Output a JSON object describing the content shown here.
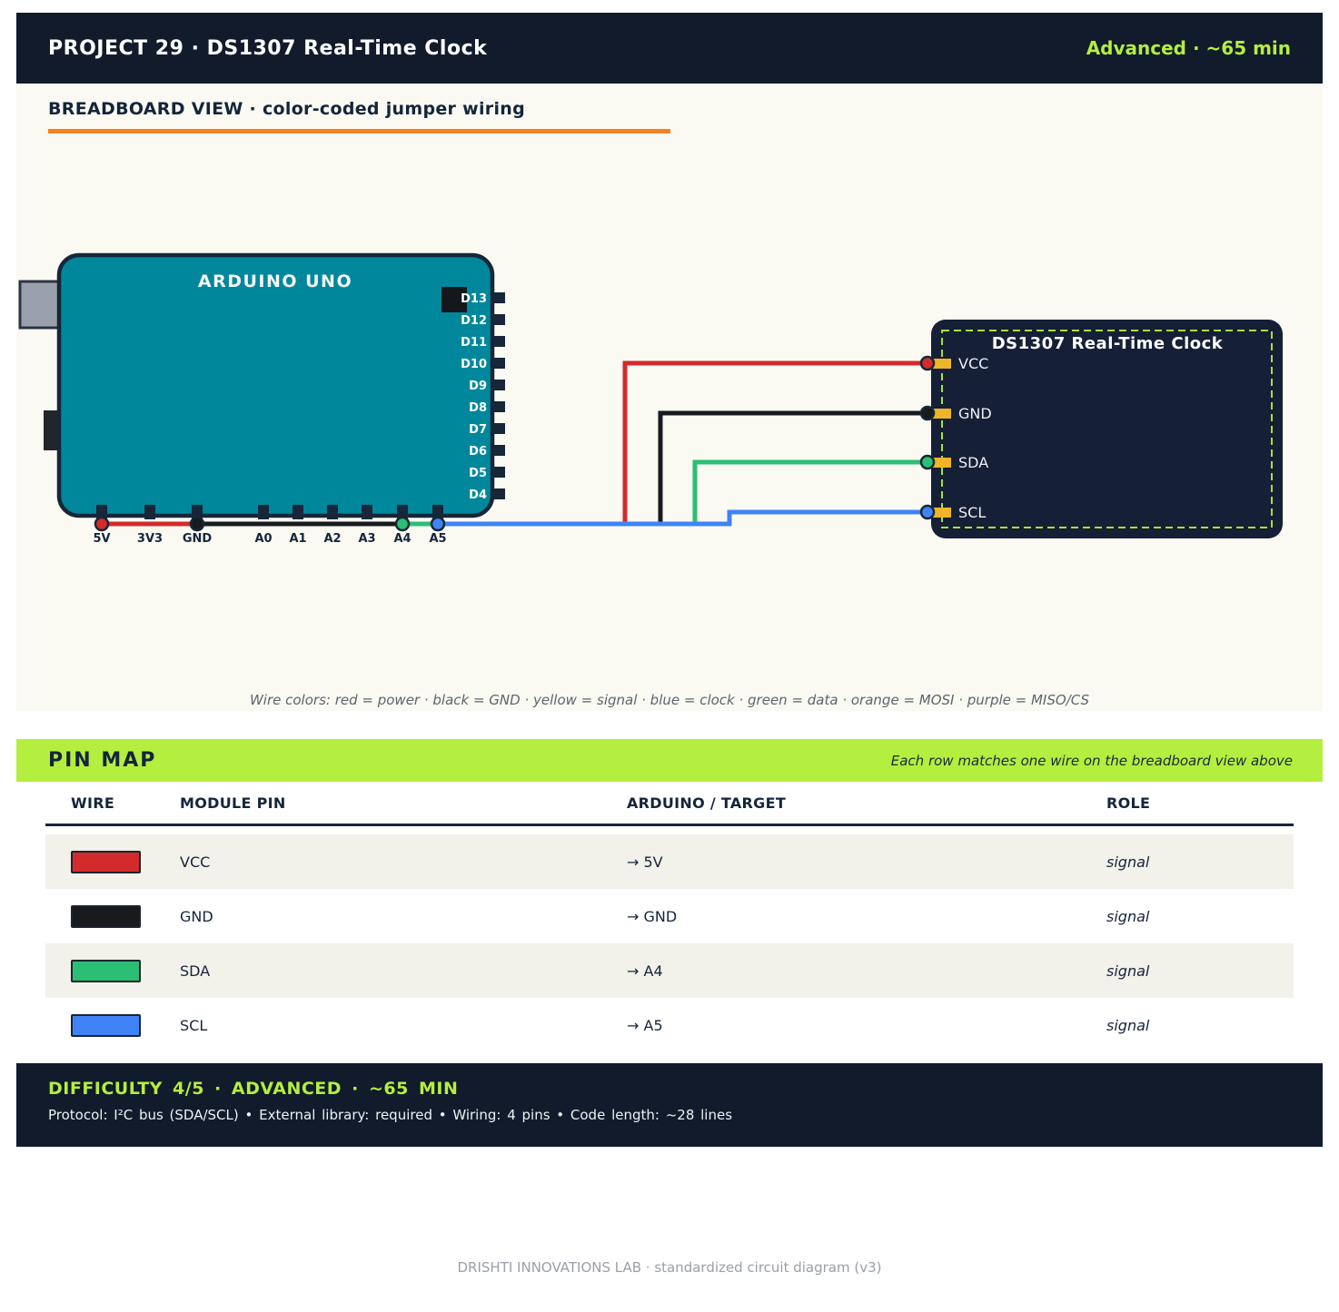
{
  "header": {
    "title": "PROJECT 29 · DS1307 Real-Time Clock",
    "badge": "Advanced · ~65 min"
  },
  "breadboard": {
    "section_title": "BREADBOARD VIEW · color-coded jumper wiring",
    "legend": "Wire colors: red = power · black = GND · yellow = signal · blue = clock · green = data · orange = MOSI · purple = MISO/CS",
    "arduino": {
      "title": "ARDUINO UNO",
      "digital_pins": [
        "D13",
        "D12",
        "D11",
        "D10",
        "D9",
        "D8",
        "D7",
        "D6",
        "D5",
        "D4"
      ],
      "bottom_pins": [
        "5V",
        "3V3",
        "GND",
        "A0",
        "A1",
        "A2",
        "A3",
        "A4",
        "A5"
      ]
    },
    "module": {
      "title": "DS1307 Real-Time Clock",
      "pins": [
        "VCC",
        "GND",
        "SDA",
        "SCL"
      ]
    }
  },
  "pin_map": {
    "title": "PIN MAP",
    "subtitle": "Each row matches one wire on the breadboard view above",
    "columns": [
      "WIRE",
      "MODULE PIN",
      "ARDUINO / TARGET",
      "ROLE"
    ],
    "rows": [
      {
        "color": "#d32b2b",
        "module_pin": "VCC",
        "target": "→ 5V",
        "role": "signal"
      },
      {
        "color": "#181a1e",
        "module_pin": "GND",
        "target": "→ GND",
        "role": "signal"
      },
      {
        "color": "#2abf72",
        "module_pin": "SDA",
        "target": "→ A4",
        "role": "signal"
      },
      {
        "color": "#4083f7",
        "module_pin": "SCL",
        "target": "→ A5",
        "role": "signal"
      }
    ]
  },
  "footer_band": {
    "line1": "DIFFICULTY 4/5 · ADVANCED · ~65 MIN",
    "line2": "Protocol: I²C bus (SDA/SCL) • External library: required • Wiring: 4 pins • Code length: ~28 lines"
  },
  "page_footer": "DRISHTI INNOVATIONS LAB · standardized circuit diagram (v3)",
  "colors": {
    "accent_lime": "#b4ee3f",
    "accent_orange": "#f5821f",
    "board_teal": "#00879b",
    "navy": "#111b2b",
    "pin_yellow": "#eeb528"
  }
}
